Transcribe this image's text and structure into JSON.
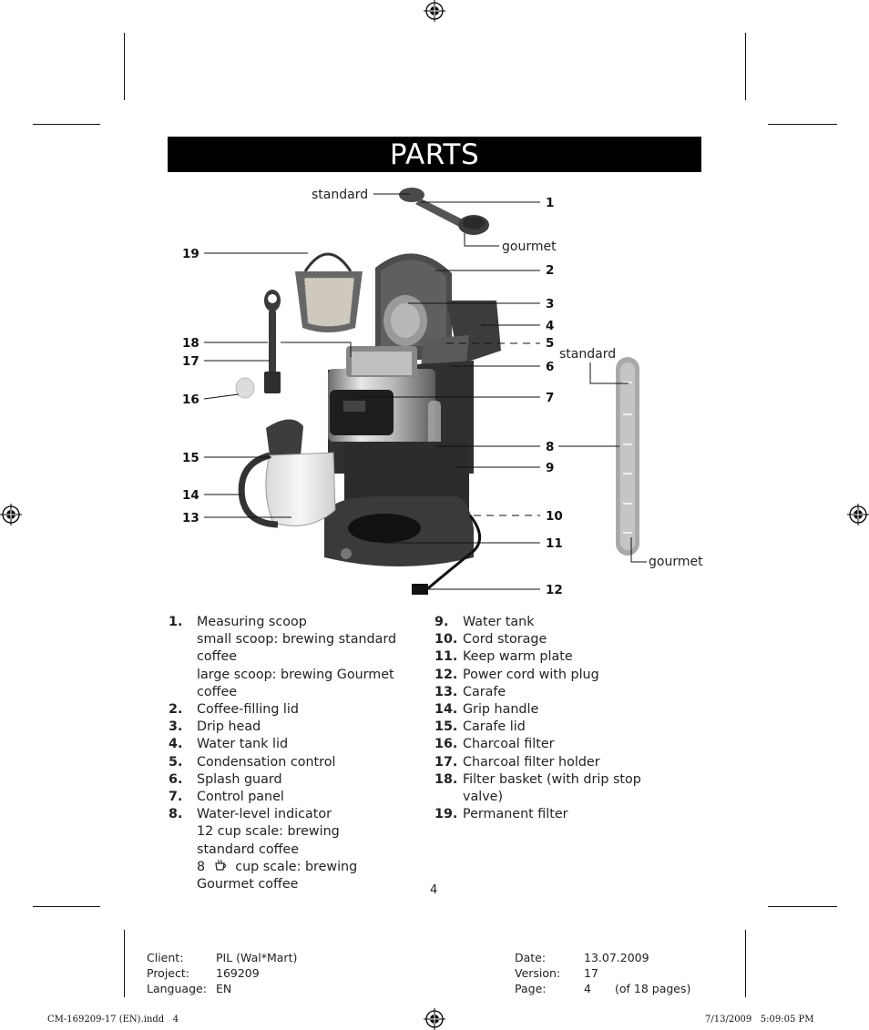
{
  "title": "PARTS",
  "callouts": {
    "n1": "1",
    "n2": "2",
    "n3": "3",
    "n4": "4",
    "n5": "5",
    "n6": "6",
    "n7": "7",
    "n8": "8",
    "n9": "9",
    "n10": "10",
    "n11": "11",
    "n12": "12",
    "n13": "13",
    "n14": "14",
    "n15": "15",
    "n16": "16",
    "n17": "17",
    "n18": "18",
    "n19": "19",
    "scoop_standard": "standard",
    "scoop_gourmet": "gourmet",
    "scale_standard": "standard",
    "scale_gourmet": "gourmet"
  },
  "parts_left": [
    {
      "num": "1.",
      "name": "Measuring scoop",
      "sub": [
        "small scoop: brewing standard coffee",
        "large scoop: brewing Gourmet coffee"
      ]
    },
    {
      "num": "2.",
      "name": "Coffee-filling lid"
    },
    {
      "num": "3.",
      "name": "Drip head"
    },
    {
      "num": "4.",
      "name": "Water tank lid"
    },
    {
      "num": "5.",
      "name": "Condensation control"
    },
    {
      "num": "6.",
      "name": "Splash guard"
    },
    {
      "num": "7.",
      "name": "Control panel"
    },
    {
      "num": "8.",
      "name": "Water-level indicator",
      "sub": [
        "12 cup scale: brewing",
        "standard coffee",
        "8",
        "cup scale: brewing",
        "Gourmet coffee"
      ]
    }
  ],
  "parts_right": [
    {
      "num": "9.",
      "name": "Water tank"
    },
    {
      "num": "10.",
      "name": "Cord storage"
    },
    {
      "num": "11.",
      "name": "Keep warm plate"
    },
    {
      "num": "12.",
      "name": "Power cord with plug"
    },
    {
      "num": "13.",
      "name": "Carafe"
    },
    {
      "num": "14.",
      "name": "Grip handle"
    },
    {
      "num": "15.",
      "name": "Carafe lid"
    },
    {
      "num": "16.",
      "name": "Charcoal filter"
    },
    {
      "num": "17.",
      "name": "Charcoal filter holder"
    },
    {
      "num": "18.",
      "name": "Filter basket (with drip stop valve)"
    },
    {
      "num": "19.",
      "name": "Permanent filter"
    }
  ],
  "page_number": "4",
  "meta_left": [
    {
      "k": "Client:",
      "v": "PIL (Wal*Mart)"
    },
    {
      "k": "Project:",
      "v": "169209"
    },
    {
      "k": "Language:",
      "v": "EN"
    }
  ],
  "meta_right": [
    {
      "k": "Date:",
      "v": "13.07.2009"
    },
    {
      "k": "Version:",
      "v": "17"
    },
    {
      "k": "Page:",
      "v": "4",
      "extra": "(of 18 pages)"
    }
  ],
  "slug_left": "CM-169209-17 (EN).indd   4",
  "slug_right": "7/13/2009   5:09:05 PM"
}
